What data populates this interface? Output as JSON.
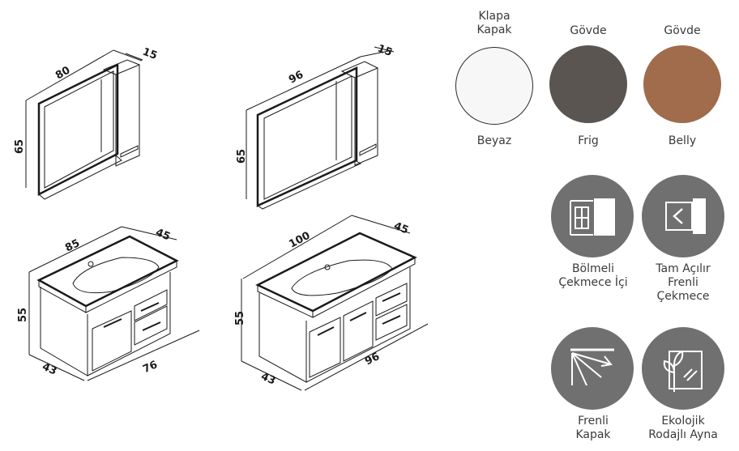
{
  "dimensions": {
    "mirror_small": {
      "width": "80",
      "height": "65",
      "depth": "15"
    },
    "mirror_large": {
      "width": "96",
      "height": "65",
      "depth": "15"
    },
    "cabinet_small": {
      "top_width": "85",
      "top_depth": "45",
      "height": "55",
      "side_depth": "43",
      "body_width": "76"
    },
    "cabinet_large": {
      "top_width": "100",
      "top_depth": "45",
      "height": "55",
      "side_depth": "43",
      "body_width": "96"
    }
  },
  "colors": {
    "headers": [
      "Klapa\nKapak",
      "Gövde",
      "Gövde"
    ],
    "names": [
      "Beyaz",
      "Frig",
      "Belly"
    ],
    "values": [
      "#f7f7f7",
      "#5a5550",
      "#a06c4c"
    ]
  },
  "features": [
    {
      "label": "Bölmeli\nÇekmece İçi",
      "icon": "drawer-organizer-icon"
    },
    {
      "label": "Tam Açılır\nFrenli\nÇekmece",
      "icon": "soft-close-drawer-icon"
    },
    {
      "label": "Frenli\nKapak",
      "icon": "soft-close-door-icon"
    },
    {
      "label": "Ekolojik\nRodajlı Ayna",
      "icon": "eco-mirror-icon"
    }
  ]
}
